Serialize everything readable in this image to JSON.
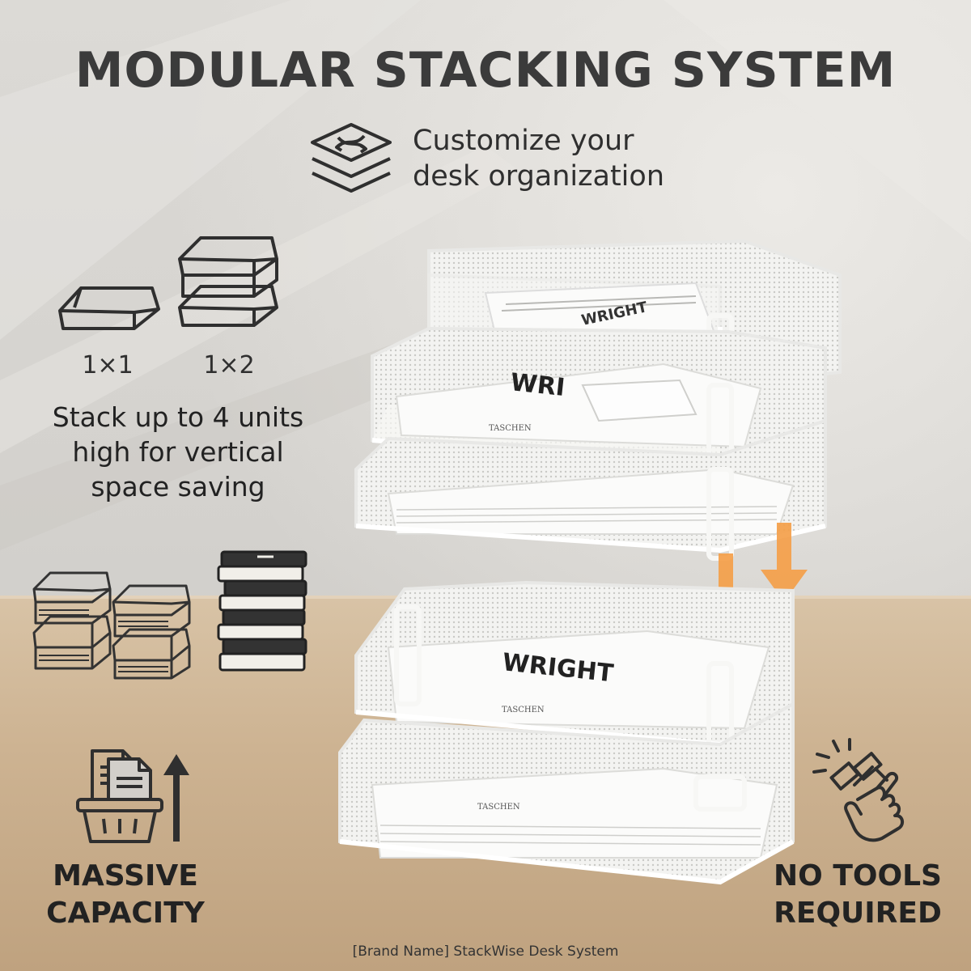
{
  "headline": "MODULAR STACKING SYSTEM",
  "subheadline": {
    "line1": "Customize your",
    "line2": "desk organization"
  },
  "configs": {
    "single_label": "1×1",
    "double_label": "1×2"
  },
  "stack_caption": {
    "line1": "Stack up to 4 units",
    "line2": "high for vertical",
    "line3": "space saving"
  },
  "capacity": {
    "line1": "MASSIVE",
    "line2": "CAPACITY"
  },
  "tools": {
    "line1": "NO TOOLS",
    "line2": "REQUIRED"
  },
  "book_labels": {
    "top_tray_book": "WRIGHT",
    "middle_tray_book": "WRI",
    "bottom_tray_book": "WRIGHT",
    "publisher_1": "TASCHEN",
    "publisher_2": "TASCHEN",
    "publisher_3": "TASCHEN"
  },
  "footer": "[Brand Name] StackWise Desk System",
  "colors": {
    "accent_arrow": "#f5a04a",
    "text_dark": "#2f2f2f",
    "tray_white": "#f4f4f2"
  }
}
